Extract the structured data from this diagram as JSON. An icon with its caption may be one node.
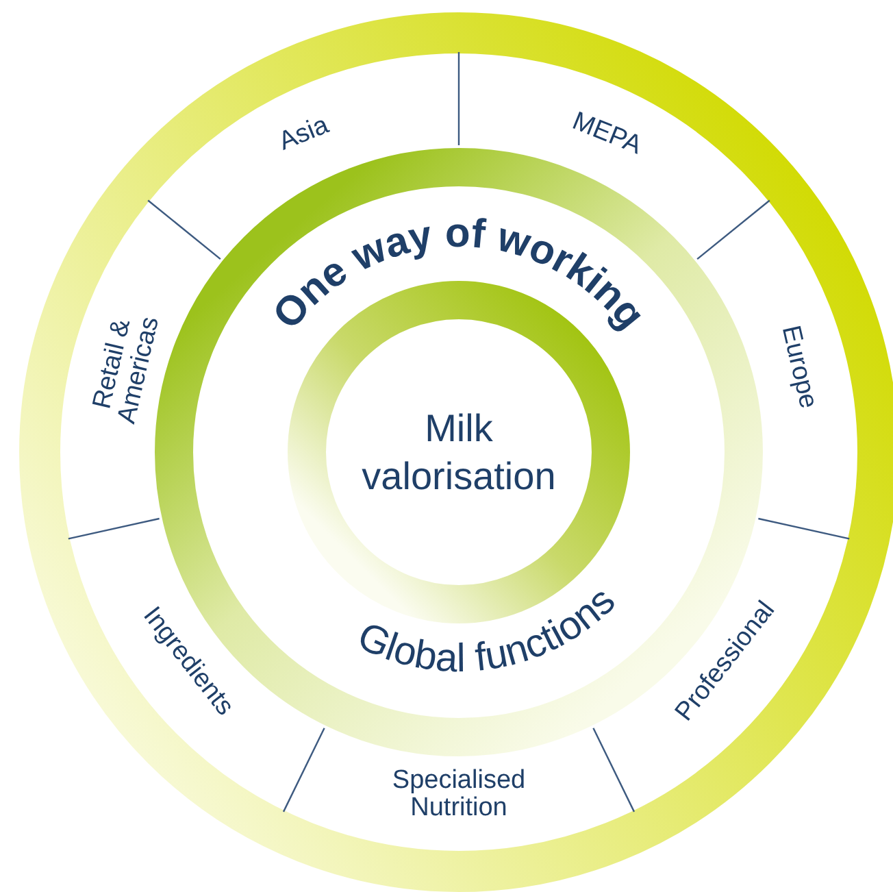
{
  "diagram": {
    "nodes": [
      {
        "text": [
          "Asia"
        ]
      },
      {
        "text": [
          "MEPA"
        ]
      },
      {
        "text": [
          "Europe"
        ]
      },
      {
        "text": [
          "Professional"
        ]
      },
      {
        "text": [
          "Specialised Nutrition"
        ]
      },
      {
        "text": [
          "Ingredients"
        ]
      },
      {
        "text": [
          "Retail & Americas"
        ]
      },
      {
        "text": [
          "One way of working",
          "Global functions"
        ]
      },
      {
        "text": [
          "Milk valorisation"
        ],
        "in": 7
      }
    ]
  }
}
